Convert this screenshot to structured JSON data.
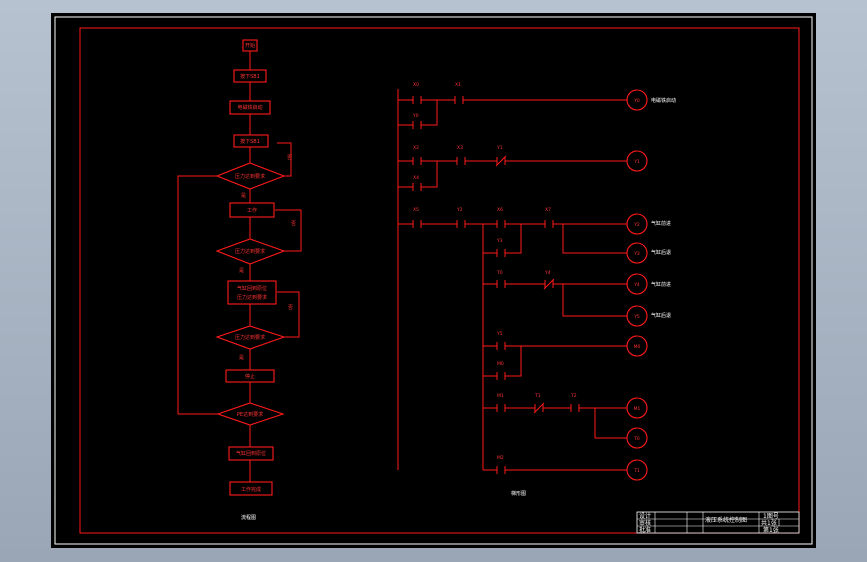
{
  "flowchart": {
    "caption": "流程图",
    "steps": [
      "开始",
      "按下SB1",
      "电磁铁启动",
      "按下SB1",
      "压力达到要求",
      "工作",
      "压力达到要求",
      "气缸回到原位",
      "压力达到要求",
      "停止",
      "PE达到要求",
      "气缸回到原位",
      "工作完成"
    ],
    "decisions": [
      "压力达到要求",
      "压力达到要求",
      "压力达到要求",
      "PE达到要求"
    ],
    "yes": "是",
    "no": "否"
  },
  "ladder": {
    "caption": "梯形图",
    "contact_labels": [
      "X0",
      "X1",
      "Y0",
      "X2",
      "X3",
      "Y1",
      "X4",
      "X5",
      "Y2",
      "X6",
      "X7",
      "Y3",
      "T0",
      "Y4",
      "Y5",
      "M0",
      "M1",
      "T1",
      "T2",
      "M2"
    ],
    "coil_labels": [
      "Y0",
      "Y1",
      "Y2",
      "Y3",
      "Y4",
      "Y5",
      "M0",
      "M1",
      "T0",
      "T1"
    ],
    "outputs": [
      "电磁铁启动",
      "气缸前进",
      "气缸后退",
      "气缸前进",
      "气缸后退"
    ]
  },
  "title_block": {
    "designer": "设计",
    "checker": "审核",
    "approver": "批准",
    "title": "液压系统控制图",
    "drawing_no": "1图号",
    "sheets": "共1张",
    "sheet": "第1张"
  }
}
